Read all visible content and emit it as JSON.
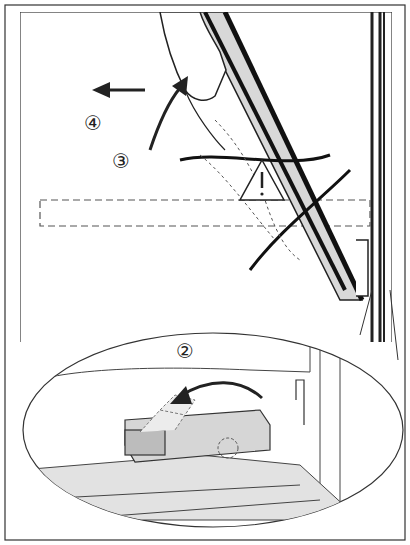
{
  "diagram": {
    "labels": [
      "④",
      "③",
      "②"
    ]
  }
}
